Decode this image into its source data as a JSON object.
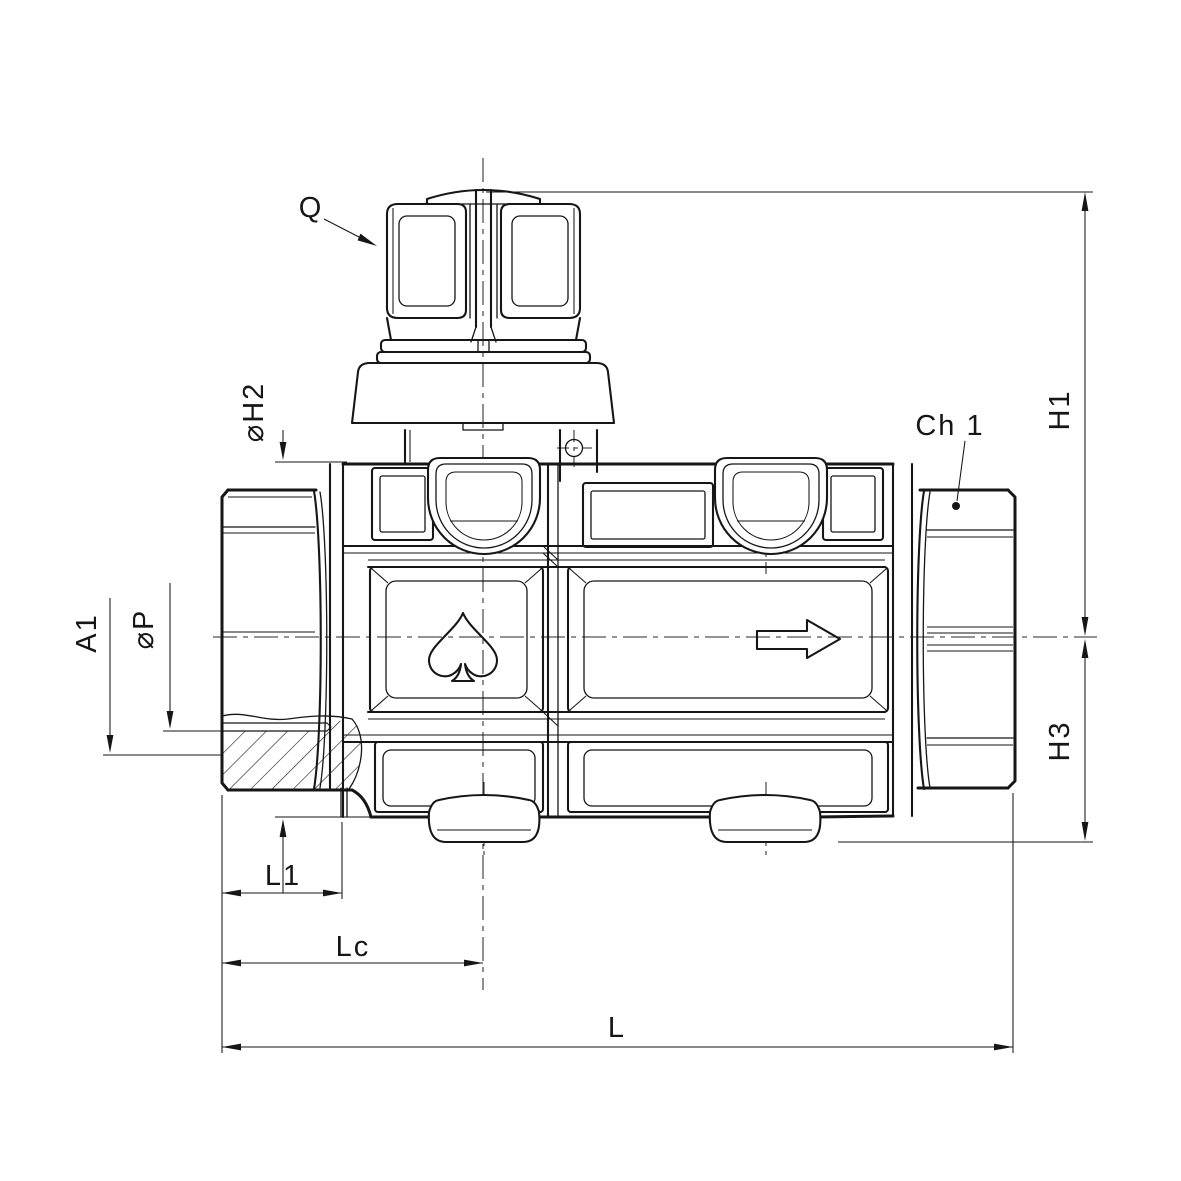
{
  "drawing": {
    "kind": "valve-technical-drawing",
    "background": "#ffffff",
    "ink": "#161616",
    "labels": {
      "knob_callout": "Q",
      "wrench_flat_callout": "Ch 1",
      "height_total": "H1",
      "height_lower": "H3",
      "body_diameter": "⌀H2",
      "port_dim_a1": "A1",
      "port_diameter": "⌀P",
      "end_length": "L1",
      "center_length": "Lc",
      "overall_length": "L"
    },
    "symbols": {
      "left_panel_mark": "spade-outline",
      "right_panel_mark": "flow-arrow-right"
    }
  }
}
